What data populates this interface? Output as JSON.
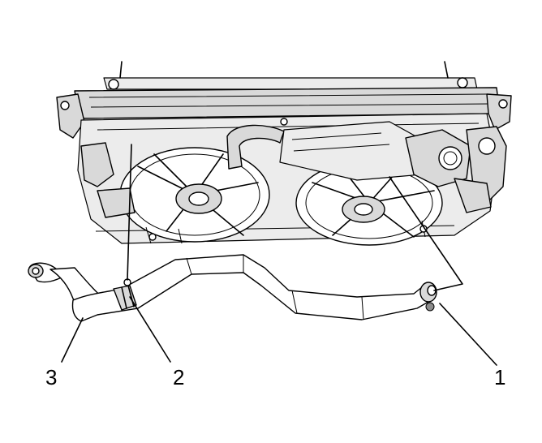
{
  "callouts": [
    {
      "id": "1",
      "label": "1"
    },
    {
      "id": "2",
      "label": "2"
    },
    {
      "id": "3",
      "label": "3"
    }
  ],
  "colors": {
    "line": "#000000",
    "fill_grey": "#d9d9d9",
    "fill_light": "#ececec",
    "background": "#ffffff"
  }
}
